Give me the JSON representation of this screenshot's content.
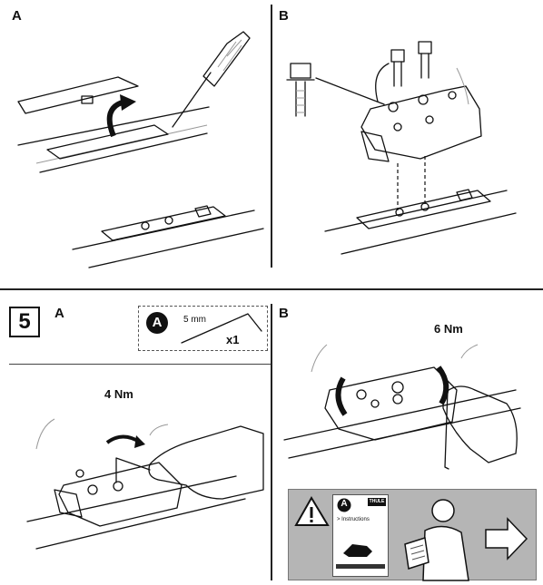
{
  "panels": {
    "top_a_label": "A",
    "top_b_label": "B",
    "bottom_a_label": "A",
    "bottom_b_label": "B"
  },
  "step": {
    "number": "5"
  },
  "tool": {
    "badge_letter": "A",
    "size": "5 mm",
    "quantity": "x1",
    "icon": "allen-key-icon"
  },
  "torque": {
    "a": "4 Nm",
    "b": "6 Nm"
  },
  "info_panel": {
    "badge_letter": "A",
    "brand": "THULE",
    "doc_label": "> Instructions",
    "warning_icon": "warning-triangle-icon",
    "arrow_icon": "right-arrow-icon",
    "background_color": "#b5b5b5"
  }
}
